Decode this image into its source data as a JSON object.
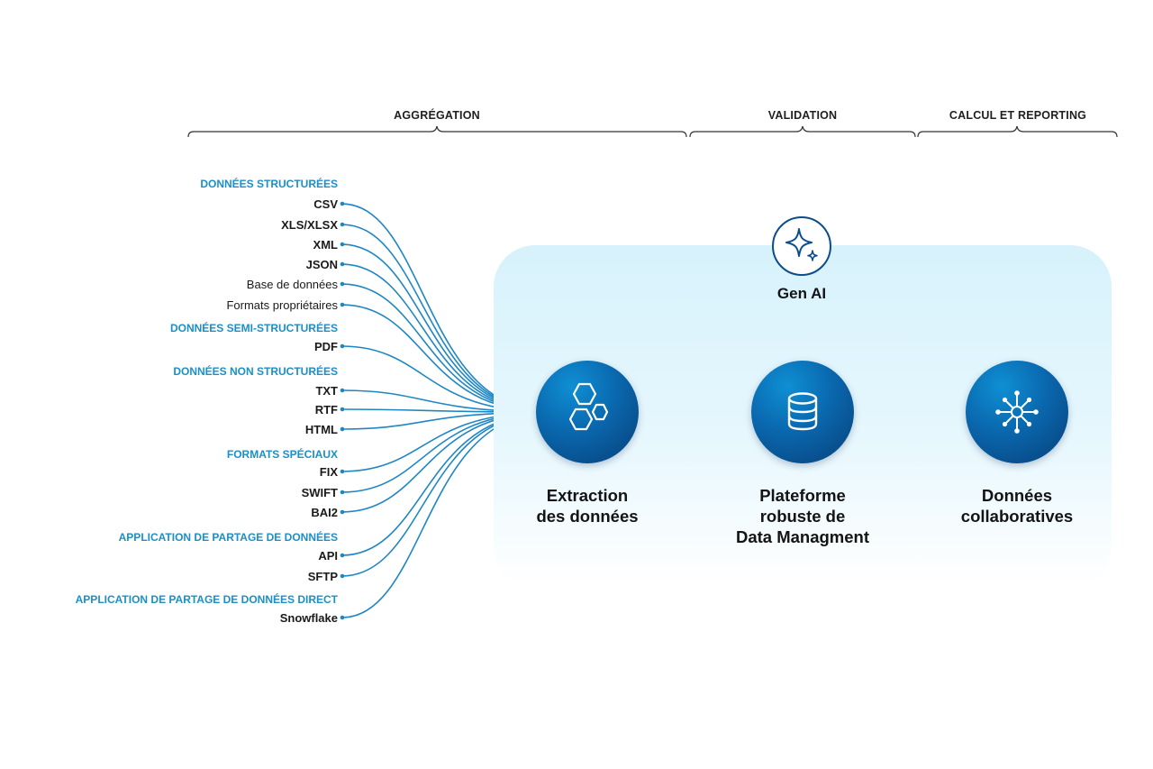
{
  "phases": {
    "aggregation": "AGGRÉGATION",
    "validation": "VALIDATION",
    "reporting": "CALCUL ET REPORTING"
  },
  "categories": {
    "structured": "DONNÉES STRUCTURÉES",
    "semi_structured": "DONNÉES SEMI-STRUCTURÉES",
    "unstructured": "DONNÉES NON STRUCTURÉES",
    "special": "FORMATS SPÉCIAUX",
    "sharing_app": "APPLICATION DE PARTAGE DE DONNÉES",
    "sharing_direct": "APPLICATION DE PARTAGE DE DONNÉES DIRECT"
  },
  "formats": {
    "csv": "CSV",
    "xls": "XLS/XLSX",
    "xml": "XML",
    "json": "JSON",
    "db": "Base de données",
    "proprietary": "Formats propriétaires",
    "pdf": "PDF",
    "txt": "TXT",
    "rtf": "RTF",
    "html": "HTML",
    "fix": "FIX",
    "swift": "SWIFT",
    "bai2": "BAI2",
    "api": "API",
    "sftp": "SFTP",
    "snowflake": "Snowflake"
  },
  "genai": {
    "label": "Gen AI",
    "icon": "sparkle-icon"
  },
  "nodes": {
    "extraction": {
      "line1": "Extraction",
      "line2": "des données",
      "icon": "hexagons-icon"
    },
    "platform": {
      "line1": "Plateforme",
      "line2": "robuste de",
      "line3": "Data Managment",
      "icon": "database-icon"
    },
    "collab": {
      "line1": "Données",
      "line2": "collaboratives",
      "icon": "network-hub-icon"
    }
  },
  "colors": {
    "accent": "#1b8fc7",
    "line": "#1f86c4",
    "node_dark": "#073f78",
    "panel": "#d7f2fc"
  }
}
